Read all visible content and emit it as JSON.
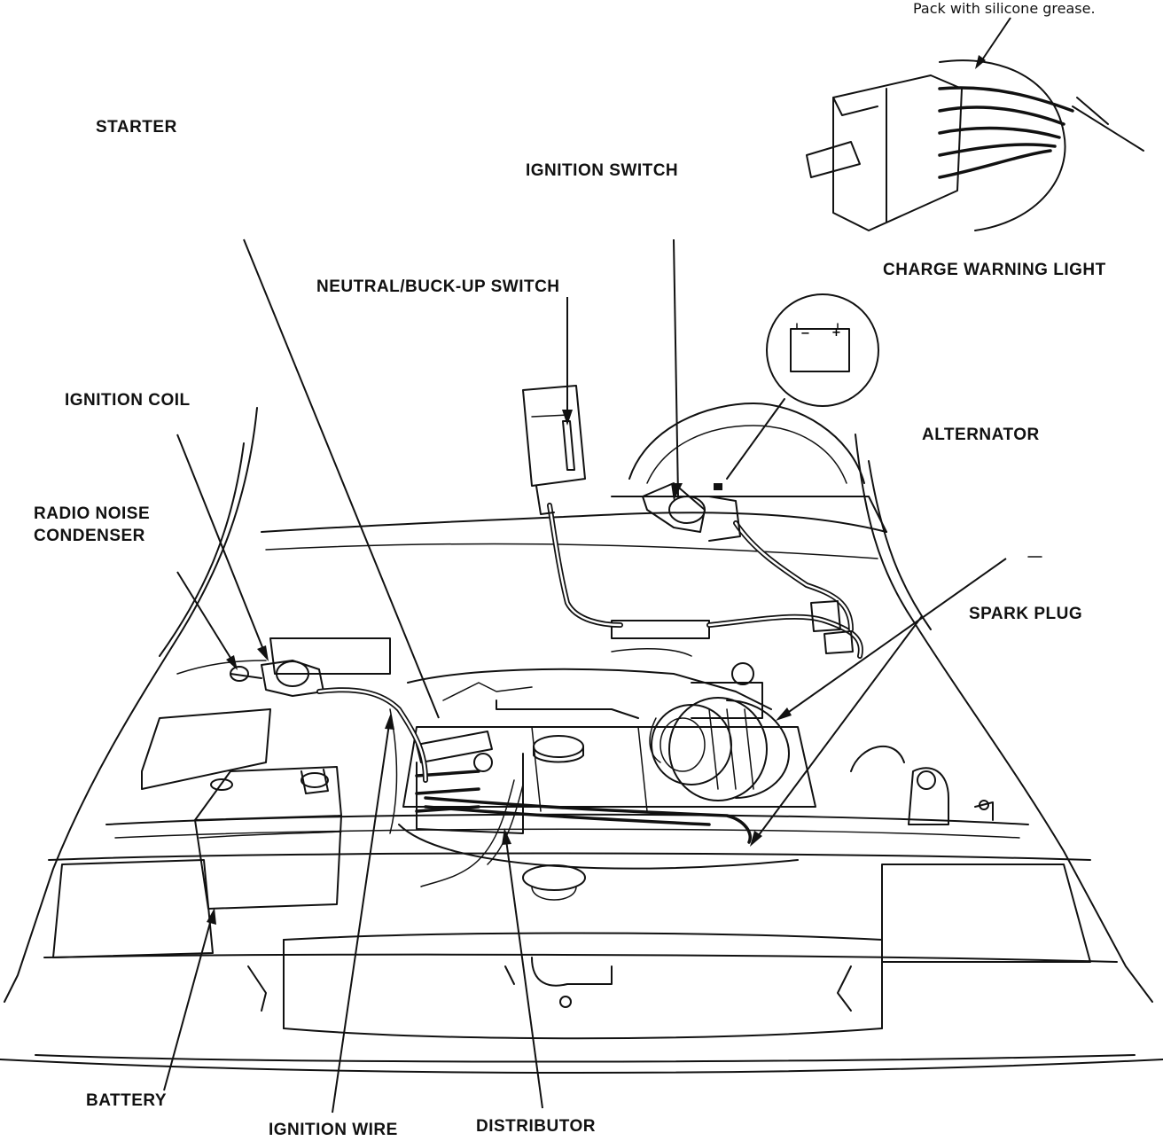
{
  "labels": {
    "pack_note": "Pack with silicone grease.",
    "starter": "STARTER",
    "ignition_switch": "IGNITION SWITCH",
    "charge_warning_light": "CHARGE WARNING LIGHT",
    "neutral_switch": "NEUTRAL/BUCK-UP SWITCH",
    "ignition_coil": "IGNITION COIL",
    "alternator": "ALTERNATOR",
    "radio_noise_line1": "RADIO NOISE",
    "radio_noise_line2": "CONDENSER",
    "spark_plug": "SPARK PLUG",
    "battery": "BATTERY",
    "ignition_wire": "IGNITION WIRE",
    "distributor": "DISTRIBUTOR"
  },
  "battery_symbol": {
    "minus": "−",
    "plus": "+"
  }
}
